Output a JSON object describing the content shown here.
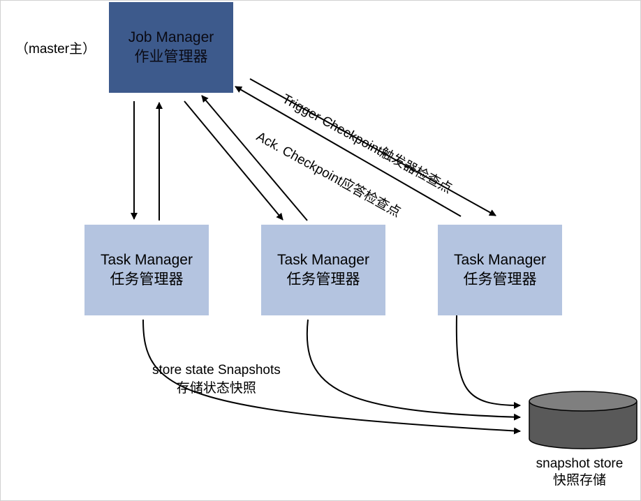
{
  "diagram": {
    "master_note": "（master主）",
    "job_manager": {
      "title": "Job Manager",
      "subtitle": "作业管理器"
    },
    "task_managers": [
      {
        "title": "Task Manager",
        "subtitle": "任务管理器"
      },
      {
        "title": "Task Manager",
        "subtitle": "任务管理器"
      },
      {
        "title": "Task Manager",
        "subtitle": "任务管理器"
      }
    ],
    "trigger_label": "Trigger Checkpoint触发器检查点",
    "ack_label": "Ack. Checkpoint应答检查点",
    "store_label": {
      "line1": "store state Snapshots",
      "line2": "存储状态快照"
    },
    "snapshot_store": {
      "line1": "snapshot store",
      "line2": "快照存储"
    },
    "colors": {
      "job_manager_fill": "#3d5a8c",
      "task_manager_fill": "#b4c4e0",
      "store_fill": "#595959"
    }
  }
}
